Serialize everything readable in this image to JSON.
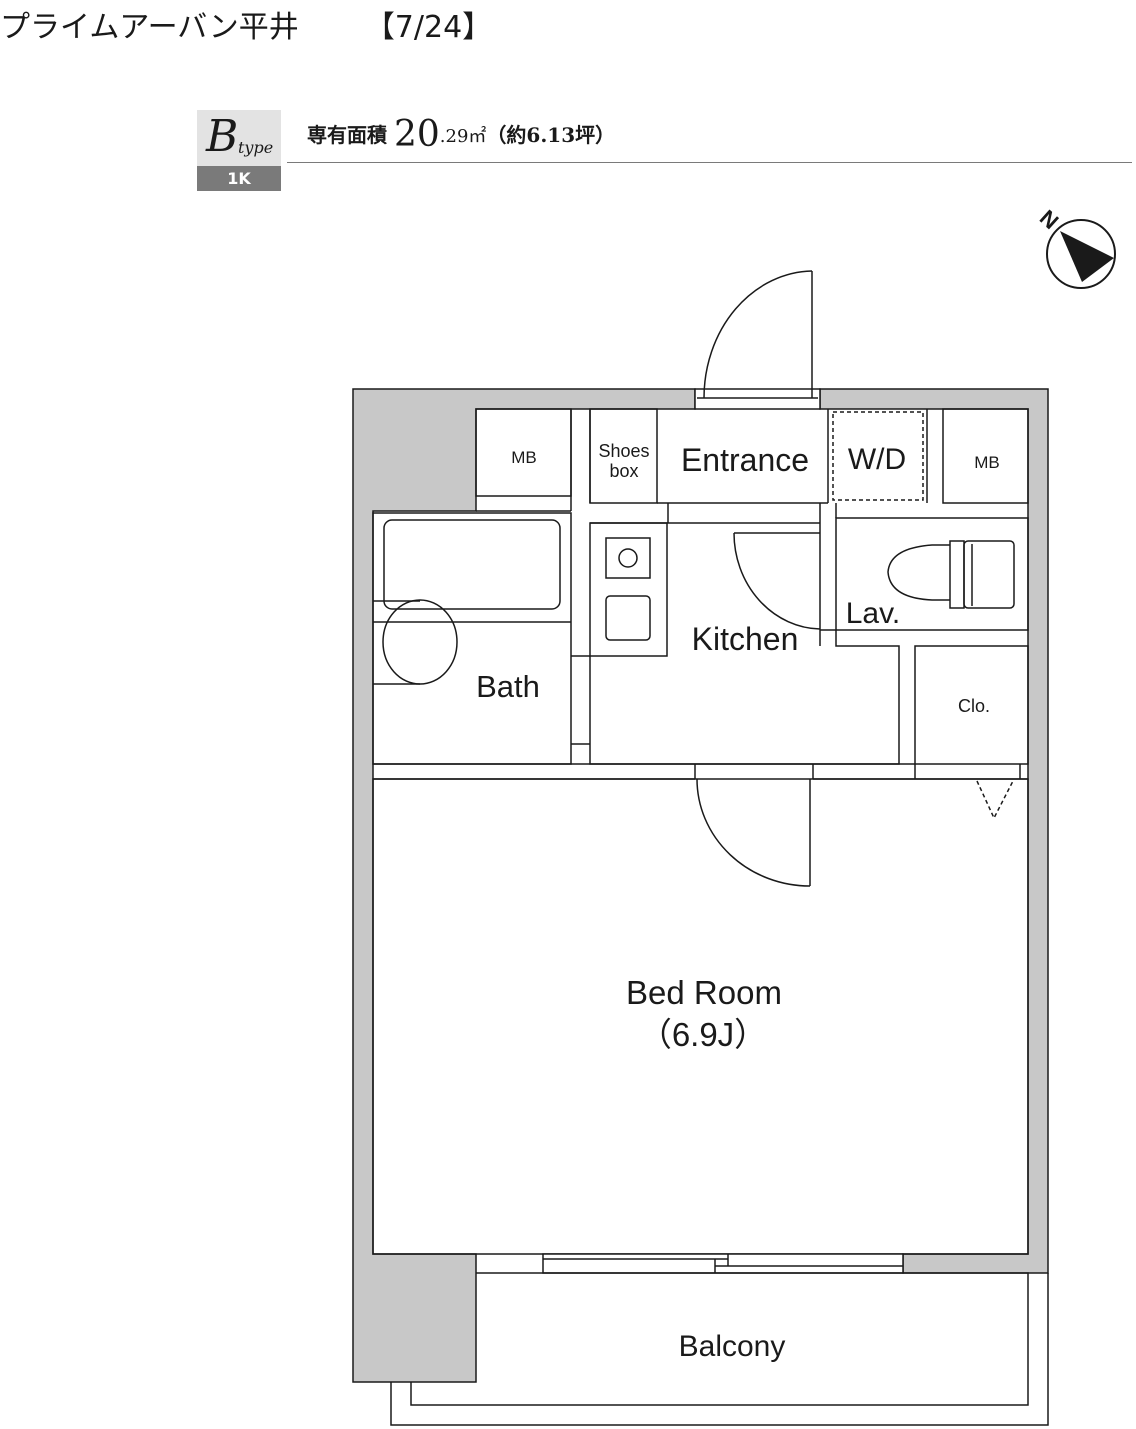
{
  "header": {
    "building_name": "プライムアーバン平井",
    "floor_ref": "【7/24】"
  },
  "unit": {
    "type_letter": "B",
    "type_word": "type",
    "layout": "1K",
    "area_label": "専有面積",
    "area_int": "20",
    "area_dec": ".29㎡",
    "area_tsubo": "（約6.13坪）"
  },
  "compass": {
    "label": "N"
  },
  "rooms": {
    "mb_left": "MB",
    "shoes_line1": "Shoes",
    "shoes_line2": "box",
    "entrance": "Entrance",
    "wd": "W/D",
    "mb_right": "MB",
    "kitchen": "Kitchen",
    "lav": "Lav.",
    "bath": "Bath",
    "clo": "Clo.",
    "bedroom": "Bed Room",
    "bedroom_size": "（6.9J）",
    "balcony": "Balcony"
  },
  "colors": {
    "wall_fill": "#c8c8c8",
    "line": "#1a1a1a",
    "badge_dark": "#7a7a7a",
    "badge_light": "#e3e3e3"
  }
}
